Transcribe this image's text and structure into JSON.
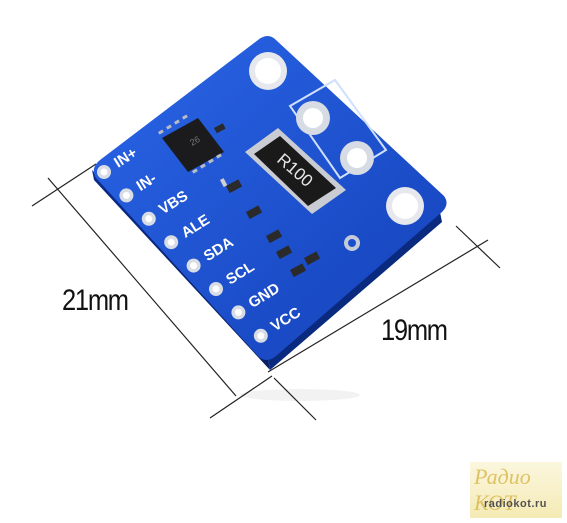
{
  "dimensions": {
    "height_label": "21mm",
    "width_label": "19mm"
  },
  "board": {
    "pin_labels": [
      "IN+",
      "IN-",
      "VBS",
      "ALE",
      "SDA",
      "SCL",
      "GND",
      "VCC"
    ],
    "resistor_marking": "R100",
    "chip_marking": "26",
    "color": "#1a4fd0"
  },
  "watermark": {
    "title": "Радио КОТ",
    "url": "radiokot.ru"
  }
}
